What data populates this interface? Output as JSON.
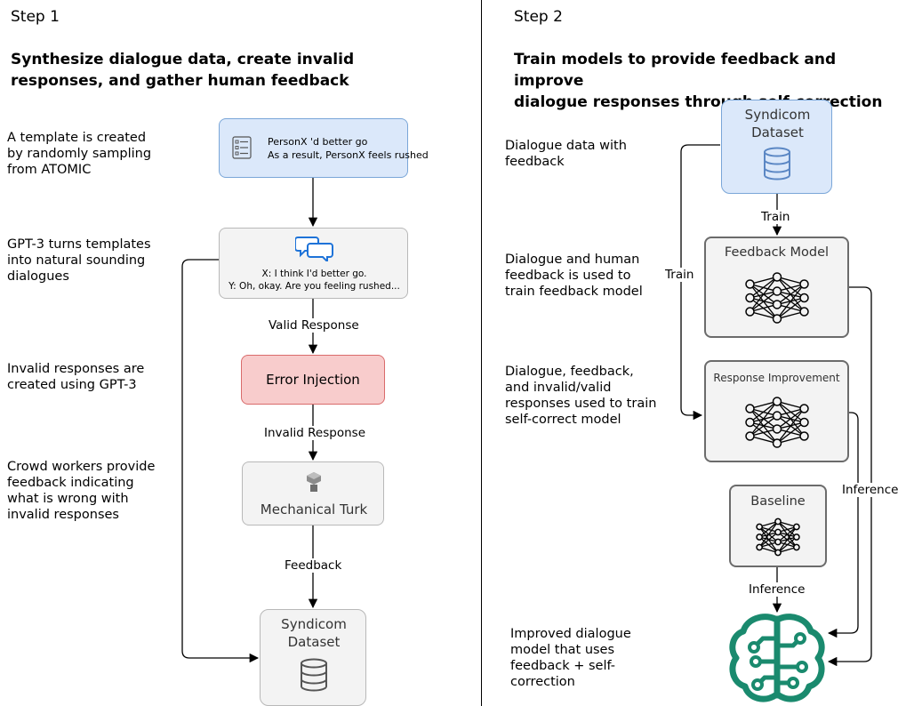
{
  "step1": {
    "step_label": "Step 1",
    "title_line1": "Synthesize dialogue data, create invalid",
    "title_line2": "responses, and gather human feedback",
    "descriptions": [
      [
        "A template is created",
        "by randomly sampling",
        "from ATOMIC"
      ],
      [
        "GPT-3 turns templates",
        "into natural sounding",
        "dialogues"
      ],
      [
        "Invalid responses are",
        "created using GPT-3"
      ],
      [
        "Crowd workers provide",
        "feedback indicating",
        "what is wrong with",
        "invalid responses"
      ]
    ],
    "template_box": {
      "line1": "PersonX 'd better go",
      "line2": "As a result, PersonX feels rushed"
    },
    "dialogue_box": {
      "line1": "X: I think I'd better go.",
      "line2": "Y: Oh, okay. Are you feeling rushed..."
    },
    "edge_valid": "Valid Response",
    "error_box": "Error Injection",
    "edge_invalid": "Invalid Response",
    "turk_box": "Mechanical Turk",
    "edge_feedback": "Feedback",
    "dataset_box": {
      "line1": "Syndicom",
      "line2": "Dataset"
    }
  },
  "step2": {
    "step_label": "Step 2",
    "title_line1": "Train models to provide feedback and improve",
    "title_line2": "dialogue responses through self-correction",
    "descriptions": [
      [
        "Dialogue data with",
        "feedback"
      ],
      [
        "Dialogue and human",
        "feedback is used to",
        "train feedback model"
      ],
      [
        "Dialogue, feedback,",
        "and invalid/valid",
        "responses used to train",
        "self-correct model"
      ],
      [
        "Improved dialogue",
        "model that uses",
        "feedback + self-",
        "correction"
      ]
    ],
    "dataset_box": {
      "line1": "Syndicom",
      "line2": "Dataset"
    },
    "edge_train_down": "Train",
    "feedback_model_box": "Feedback Model",
    "edge_train_side": "Train",
    "response_box": "Response Improvement",
    "edge_inference_side": "Inference",
    "baseline_box": "Baseline",
    "edge_inference_down": "Inference"
  },
  "colors": {
    "blue_fill": "#dbe8fa",
    "blue_stroke": "#7aa6d8",
    "red_fill": "#f8cccc",
    "red_stroke": "#d96b6b",
    "gray_fill": "#f3f3f3",
    "gray_stroke": "#b8b8b8",
    "dark_stroke": "#6b6b6b",
    "brain_green": "#1a8a6e",
    "icon_blue": "#1e73d8"
  }
}
